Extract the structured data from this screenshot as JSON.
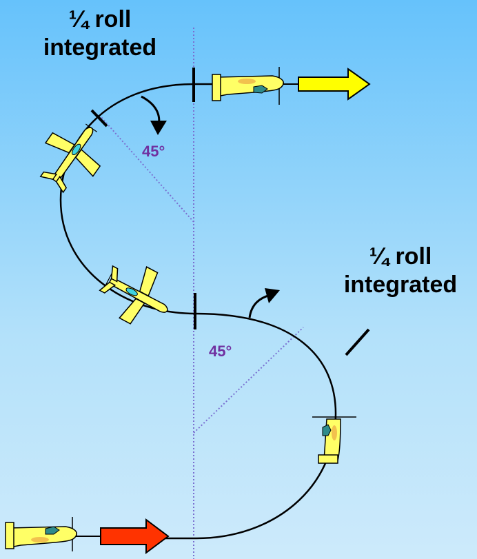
{
  "labels": {
    "top_annotation_line1": "¼ roll",
    "top_annotation_line2": "integrated",
    "right_annotation_line1": "¼ roll",
    "right_annotation_line2": "integrated",
    "top_angle": "45°",
    "bottom_angle": "45°"
  },
  "colors": {
    "background_top": "#66c2fb",
    "background_bottom": "#cdeafb",
    "angle_text": "#7030a0",
    "guide_line": "#7a6fd0",
    "plane_body": "#ffff66",
    "plane_detail": "#f2c14e",
    "canopy": "#2e8b8b",
    "exit_arrow": "#ffff00",
    "entry_arrow": "#ff3300"
  },
  "icons": {
    "exit_arrow": "arrow-right",
    "entry_arrow": "arrow-right",
    "plane": "aircraft-silhouette"
  }
}
